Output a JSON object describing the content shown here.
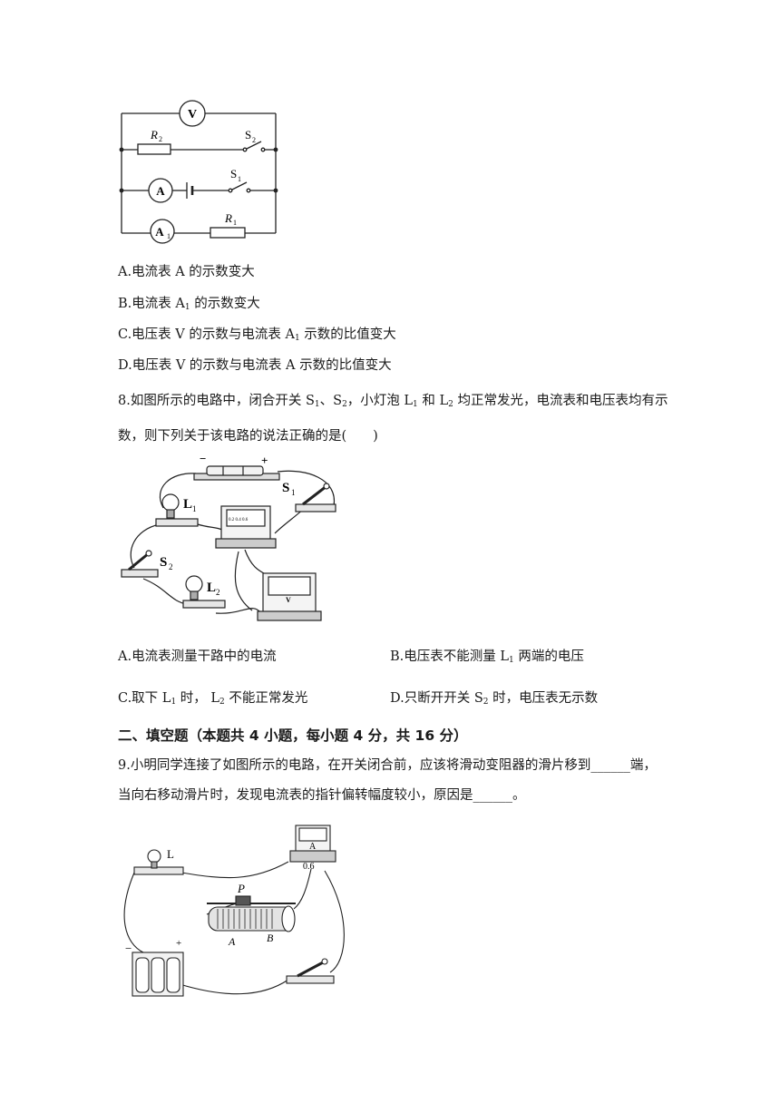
{
  "q7": {
    "circuit_labels": {
      "V": "V",
      "A": "A",
      "A1_main": "A",
      "A1_sub": "1",
      "R2_main": "R",
      "R2_sub": "2",
      "S2_main": "S",
      "S2_sub": "2",
      "S1_main": "S",
      "S1_sub": "1",
      "R1_main": "R",
      "R1_sub": "1"
    },
    "options": {
      "a": "A.电流表 A 的示数变大",
      "b_pre": "B.电流表 A",
      "b_sub": "1",
      "b_post": " 的示数变大",
      "c_pre": "C.电压表 V 的示数与电流表 A",
      "c_sub": "1",
      "c_post": " 示数的比值变大",
      "d": "D.电压表 V 的示数与电流表 A 示数的比值变大"
    }
  },
  "q8": {
    "stem_line1": {
      "p1": "8.如图所示的电路中，闭合开关 S",
      "s1": "1",
      "p2": "、S",
      "s2": "2",
      "p3": "，小灯泡 L",
      "s3": "1",
      "p4": " 和 L",
      "s4": "2",
      "p5": " 均正常发光，电流表和电压表均有示"
    },
    "stem_line2": "数，则下列关于该电路的说法正确的是(　　)",
    "figure_labels": {
      "minus": "−",
      "plus": "+",
      "S1_main": "S",
      "S1_sub": "1",
      "L1_main": "L",
      "L1_sub": "1",
      "S2_main": "S",
      "S2_sub": "2",
      "L2_main": "L",
      "L2_sub": "2",
      "meter_scale": "0.2 0.4 0.6",
      "V": "V"
    },
    "options": {
      "a": "A.电流表测量干路中的电流",
      "b_pre": "B.电压表不能测量 L",
      "b_sub": "1",
      "b_post": " 两端的电压",
      "c_pre": "C.取下 L",
      "c_sub": "1",
      "c_mid": " 时，  L",
      "c_sub2": "2",
      "c_post": " 不能正常发光",
      "d_pre": "D.只断开开关 S",
      "d_sub": "2",
      "d_post": " 时，电压表无示数"
    }
  },
  "section2": {
    "title": "二、填空题（本题共 4 小题，每小题 4 分，共 16 分）"
  },
  "q9": {
    "line1": "9.小明同学连接了如图所示的电路，在开关闭合前，应该将滑动变阻器的滑片移到______端，",
    "line2": "当向右移动滑片时，发现电流表的指针偏转幅度较小，原因是______。",
    "figure_labels": {
      "L": "L",
      "P": "P",
      "A_end": "A",
      "B_end": "B",
      "ammeter_A": "A",
      "range": "0.6",
      "minus": "−",
      "plus": "+"
    }
  }
}
